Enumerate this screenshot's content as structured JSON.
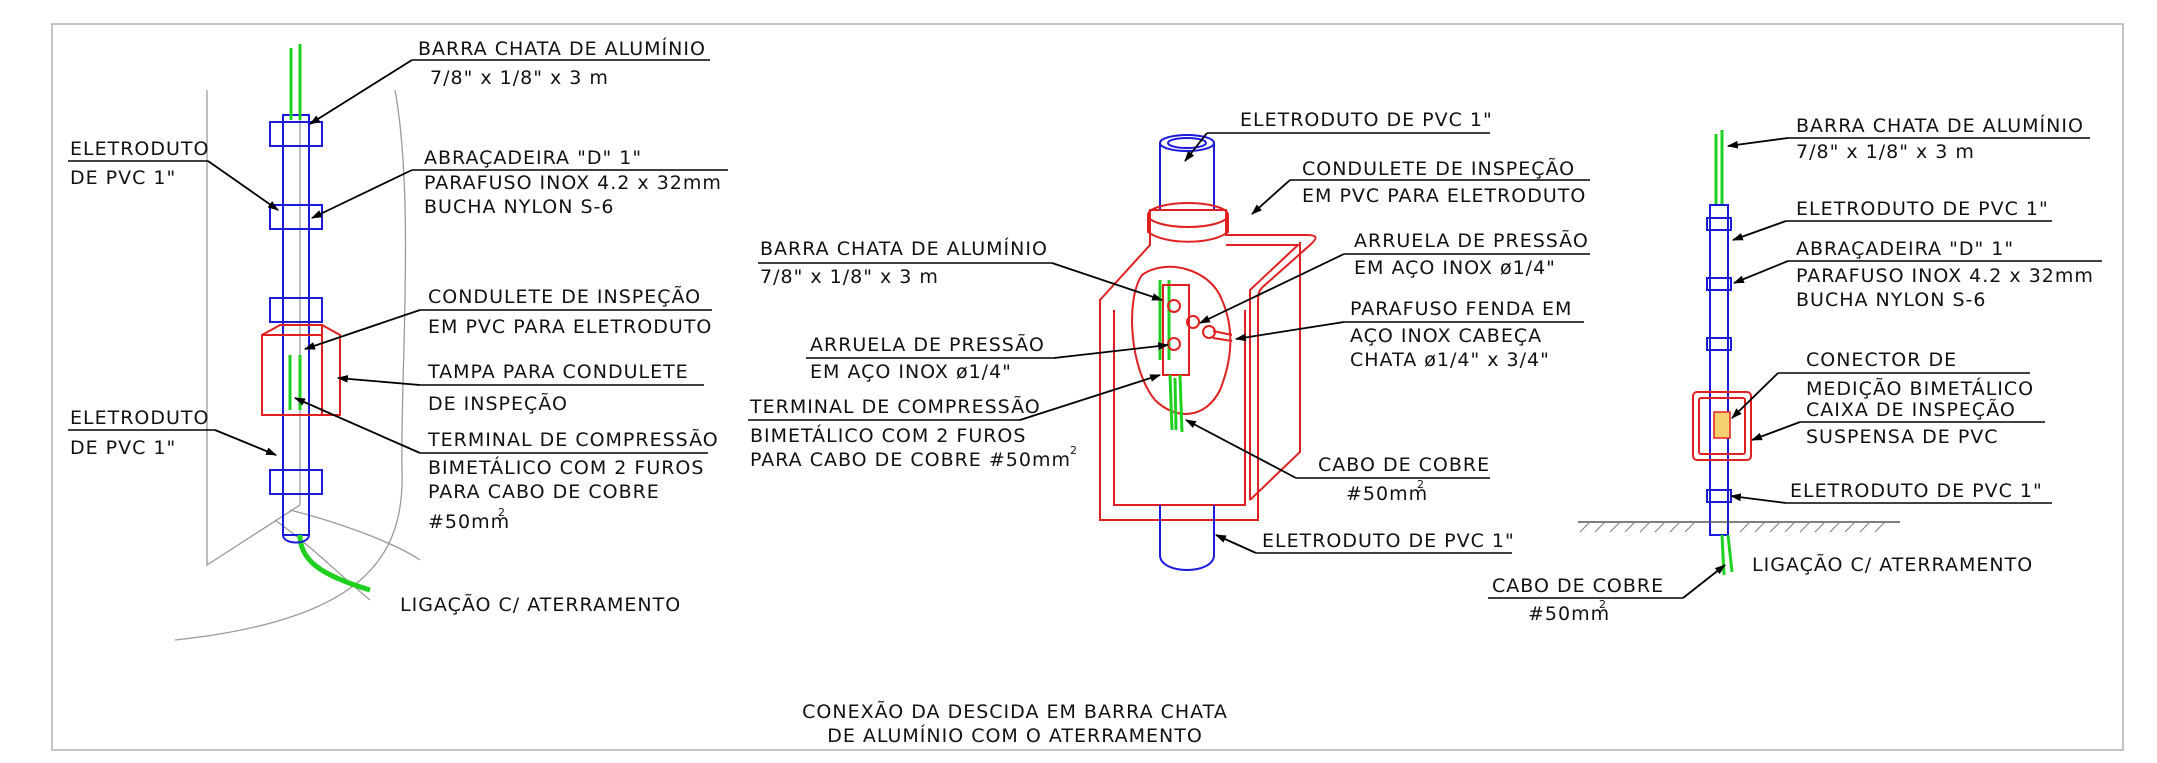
{
  "colors": {
    "conduit": "#1a1adb",
    "condulet": "#e02020",
    "bar": "#20d020",
    "outline": "#9a9a9a",
    "frame": "#b0b0b0",
    "text": "#111111"
  },
  "title": {
    "line1": "CONEXÃO DA DESCIDA EM BARRA CHATA",
    "line2": "DE ALUMÍNIO COM O ATERRAMENTO"
  },
  "left_view": {
    "bar_label": {
      "line1": "BARRA CHATA DE ALUMÍNIO",
      "line2": "7/8\" x 1/8\" x 3 m"
    },
    "conduit_top": {
      "line1": "ELETRODUTO",
      "line2": "DE PVC 1\""
    },
    "clamp": {
      "line1": "ABRAÇADEIRA \"D\" 1\"",
      "line2": "PARAFUSO INOX 4.2 x 32mm",
      "line3": "BUCHA NYLON S-6"
    },
    "condulet": {
      "line1": "CONDULETE DE INSPEÇÃO",
      "line2": "EM PVC PARA ELETRODUTO"
    },
    "cover": {
      "line1": "TAMPA PARA CONDULETE",
      "line2": "DE INSPEÇÃO"
    },
    "conduit_bottom": {
      "line1": "ELETRODUTO",
      "line2": "DE PVC 1\""
    },
    "terminal": {
      "line1": "TERMINAL DE COMPRESSÃO",
      "line2": "BIMETÁLICO COM 2 FUROS",
      "line3": "PARA CABO DE COBRE",
      "line4": "#50mm",
      "line4_sup": "2"
    },
    "ground": "LIGAÇÃO C/ ATERRAMENTO"
  },
  "center_view": {
    "conduit_top": "ELETRODUTO DE PVC 1\"",
    "condulet": {
      "line1": "CONDULETE DE INSPEÇÃO",
      "line2": "EM PVC PARA ELETRODUTO"
    },
    "bar_label": {
      "line1": "BARRA CHATA DE ALUMÍNIO",
      "line2": "7/8\" x 1/8\" x 3 m"
    },
    "washer_right": {
      "line1": "ARRUELA DE PRESSÃO",
      "line2": "EM AÇO INOX ø1/4\""
    },
    "screw": {
      "line1": "PARAFUSO FENDA EM",
      "line2": "AÇO INOX CABEÇA",
      "line3": "CHATA ø1/4\" x 3/4\""
    },
    "washer_left": {
      "line1": "ARRUELA DE PRESSÃO",
      "line2": "EM AÇO INOX ø1/4\""
    },
    "terminal": {
      "line1": "TERMINAL DE COMPRESSÃO",
      "line2": "BIMETÁLICO COM 2 FUROS",
      "line3": "PARA CABO DE COBRE #50mm",
      "line3_sup": "2"
    },
    "cable": {
      "line1": "CABO DE COBRE",
      "line2": "#50mm",
      "line2_sup": "2"
    },
    "conduit_bottom": "ELETRODUTO DE PVC 1\""
  },
  "right_view": {
    "bar_label": {
      "line1": "BARRA CHATA DE ALUMÍNIO",
      "line2": "7/8\" x 1/8\" x 3 m"
    },
    "conduit_top": "ELETRODUTO DE PVC 1\"",
    "clamp": {
      "line1": "ABRAÇADEIRA \"D\" 1\"",
      "line2": "PARAFUSO INOX 4.2 x 32mm",
      "line3": "BUCHA NYLON S-6"
    },
    "connector": {
      "line1": "CONECTOR DE",
      "line2": "MEDIÇÃO BIMETÁLICO"
    },
    "box": {
      "line1": "CAIXA DE INSPEÇÃO",
      "line2": "SUSPENSA DE PVC"
    },
    "conduit_bottom": "ELETRODUTO DE PVC 1\"",
    "ground": "LIGAÇÃO C/ ATERRAMENTO",
    "cable": {
      "line1": "CABO DE COBRE",
      "line2": "#50mm",
      "line2_sup": "2"
    }
  }
}
